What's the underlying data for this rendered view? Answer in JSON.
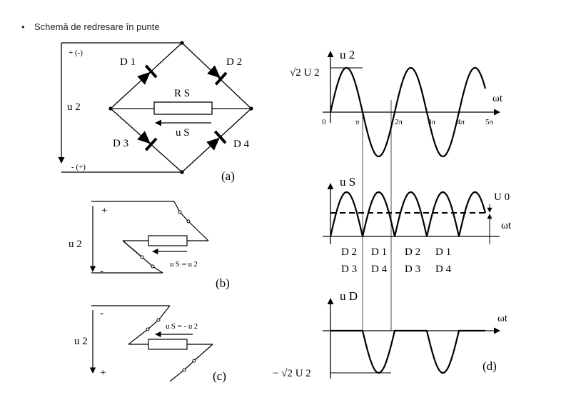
{
  "heading": {
    "bullet": "•",
    "text": "Schemă de redresare în punte"
  },
  "bridge_a": {
    "top_polarity": "+ (-)",
    "bottom_polarity": "- (+)",
    "input_voltage": "u 2",
    "diodes": {
      "d1": "D 1",
      "d2": "D 2",
      "d3": "D 3",
      "d4": "D 4"
    },
    "resistor": "R S",
    "output_voltage": "u S",
    "caption": "(a)"
  },
  "circuit_b": {
    "top_sign": "+",
    "bottom_sign": "-",
    "input_voltage": "u 2",
    "output_eq": "u S = u 2",
    "caption": "(b)"
  },
  "circuit_c": {
    "top_sign": "-",
    "bottom_sign": "+",
    "input_voltage": "u 2",
    "output_eq": "u S = - u 2",
    "caption": "(c)"
  },
  "waveforms": {
    "u2_label": "u 2",
    "u2_peak": "√2 U 2",
    "omega_t": "ωt",
    "x_ticks": [
      "0",
      "π",
      "2π",
      "3π",
      "4π",
      "5π"
    ],
    "us_label": "u S",
    "u0_label": "U 0",
    "conduction": {
      "first_top": "D 2",
      "first_bottom": "D 3",
      "second_top": "D 1",
      "second_bottom": "D 4",
      "third_top": "D 2",
      "third_bottom": "D 3",
      "fourth_top": "D 1",
      "fourth_bottom": "D 4"
    },
    "ud_label": "u D",
    "ud_peak": "− √2 U 2",
    "caption": "(d)"
  }
}
